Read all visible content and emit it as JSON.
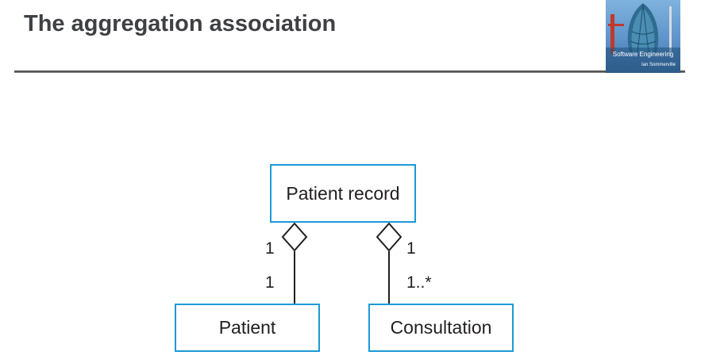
{
  "slide": {
    "title": "The aggregation association"
  },
  "book": {
    "title": "Software Engineering",
    "author": "Ian Sommerville"
  },
  "diagram": {
    "classes": {
      "whole": "Patient record",
      "part_left": "Patient",
      "part_right": "Consultation"
    },
    "multiplicities": {
      "left_whole_end": "1",
      "left_part_end": "1",
      "right_whole_end": "1",
      "right_part_end": "1..*"
    },
    "colors": {
      "class_border": "#1a9ad7",
      "line": "#231f20"
    }
  }
}
